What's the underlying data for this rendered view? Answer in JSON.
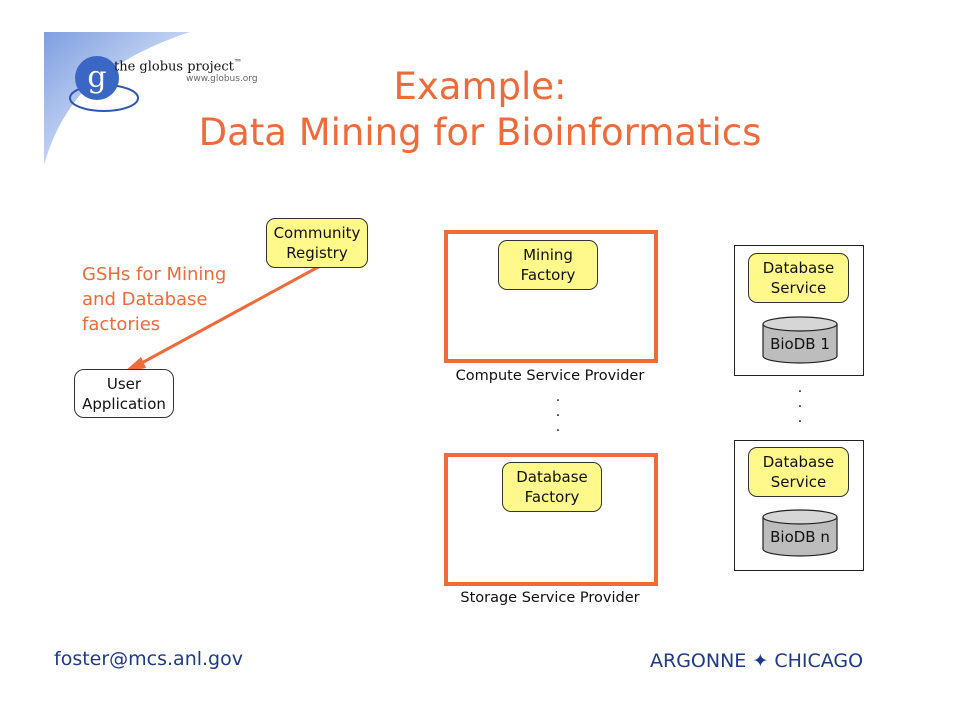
{
  "header": {
    "logo_name": "the globus project",
    "logo_trademark": "™",
    "logo_url": "www.globus.org",
    "title_line1": "Example:",
    "title_line2": "Data Mining for Bioinformatics"
  },
  "diagram": {
    "community_registry": [
      "Community",
      "Registry"
    ],
    "gsh_label": [
      "GSHs for Mining",
      "and Database",
      "factories"
    ],
    "user_application": [
      "User",
      "Application"
    ],
    "mining_factory": [
      "Mining",
      "Factory"
    ],
    "compute_provider": "Compute Service Provider",
    "database_factory": [
      "Database",
      "Factory"
    ],
    "storage_provider": "Storage Service Provider",
    "database_service_1": [
      "Database",
      "Service"
    ],
    "biodb_1": "BioDB 1",
    "database_service_n": [
      "Database",
      "Service"
    ],
    "biodb_n": "BioDB n",
    "ellipsis": ".",
    "colors": {
      "accent": "#f06a3a",
      "box_fill": "#fff88a",
      "cylinder": "#bdbdbd",
      "footer": "#1e3a8a"
    }
  },
  "footer": {
    "email": "foster@mcs.anl.gov",
    "org_left": "ARGONNE",
    "org_sep": "✦",
    "org_right": "CHICAGO"
  }
}
